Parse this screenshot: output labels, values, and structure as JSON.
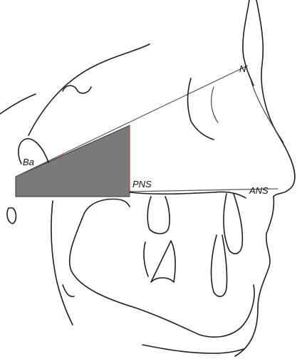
{
  "diagram": {
    "labels": {
      "nasion": "N",
      "basion": "Ba",
      "posterior_nasal_spine": "PNS",
      "anterior_nasal_spine": "ANS"
    },
    "colors": {
      "shaded_area": "#7a7a7a",
      "lines": "#1e1e1e",
      "marker": "#d04040"
    }
  }
}
